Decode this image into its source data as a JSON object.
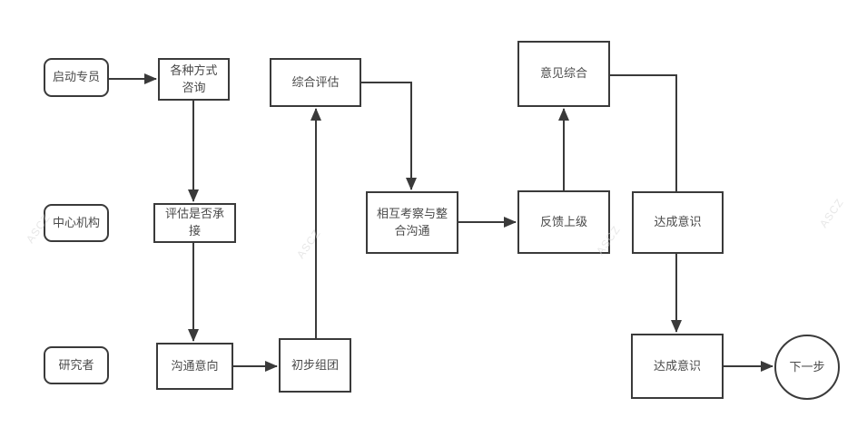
{
  "diagram": {
    "background": "#ffffff",
    "line_color": "#3a3a3a",
    "text_color": "#4a4a4a",
    "nodes": [
      {
        "id": "qidong-zhuanyuan",
        "label": "启动专员",
        "shape": "rounded",
        "role": "lane-label"
      },
      {
        "id": "zhongxin-jigou",
        "label": "中心机构",
        "shape": "rounded",
        "role": "lane-label"
      },
      {
        "id": "yanjiuzhe",
        "label": "研究者",
        "shape": "rounded",
        "role": "lane-label"
      },
      {
        "id": "gezhong-fangshi-zixun",
        "label": "各种方式咨询",
        "shape": "rect",
        "role": "process"
      },
      {
        "id": "zonghe-pinggu",
        "label": "综合评估",
        "shape": "rect",
        "role": "process"
      },
      {
        "id": "yijian-zonghe",
        "label": "意见综合",
        "shape": "rect",
        "role": "process"
      },
      {
        "id": "pinggu-shifou-chengjie",
        "label": "评估是否承接",
        "shape": "rect",
        "role": "process"
      },
      {
        "id": "xianghu-kaocha-yu-zhenghe-goutong",
        "label": "相互考察与整合沟通",
        "shape": "rect",
        "role": "process"
      },
      {
        "id": "fankui-shangji",
        "label": "反馈上级",
        "shape": "rect",
        "role": "process"
      },
      {
        "id": "dacheng-yishi-upper",
        "label": "达成意识",
        "shape": "rect",
        "role": "process"
      },
      {
        "id": "goutong-yixiang",
        "label": "沟通意向",
        "shape": "rect",
        "role": "process"
      },
      {
        "id": "chubu-zutuan",
        "label": "初步组团",
        "shape": "rect",
        "role": "process"
      },
      {
        "id": "dacheng-yishi-lower",
        "label": "达成意识",
        "shape": "rect",
        "role": "process"
      },
      {
        "id": "xiayibu",
        "label": "下一步",
        "shape": "circle",
        "role": "terminal"
      }
    ],
    "edges": [
      {
        "from": "qidong-zhuanyuan",
        "to": "gezhong-fangshi-zixun",
        "arrow": true
      },
      {
        "from": "gezhong-fangshi-zixun",
        "to": "pinggu-shifou-chengjie",
        "arrow": true
      },
      {
        "from": "pinggu-shifou-chengjie",
        "to": "goutong-yixiang",
        "arrow": true
      },
      {
        "from": "goutong-yixiang",
        "to": "chubu-zutuan",
        "arrow": true
      },
      {
        "from": "chubu-zutuan",
        "to": "zonghe-pinggu",
        "arrow": true
      },
      {
        "from": "zonghe-pinggu",
        "to": "xianghu-kaocha-yu-zhenghe-goutong",
        "arrow": true
      },
      {
        "from": "xianghu-kaocha-yu-zhenghe-goutong",
        "to": "fankui-shangji",
        "arrow": true
      },
      {
        "from": "fankui-shangji",
        "to": "yijian-zonghe",
        "arrow": true
      },
      {
        "from": "yijian-zonghe",
        "to": "dacheng-yishi-upper",
        "arrow": false
      },
      {
        "from": "dacheng-yishi-upper",
        "to": "dacheng-yishi-lower",
        "arrow": true
      },
      {
        "from": "dacheng-yishi-lower",
        "to": "xiayibu",
        "arrow": true
      }
    ],
    "watermark": {
      "text": "ASCZ"
    }
  }
}
